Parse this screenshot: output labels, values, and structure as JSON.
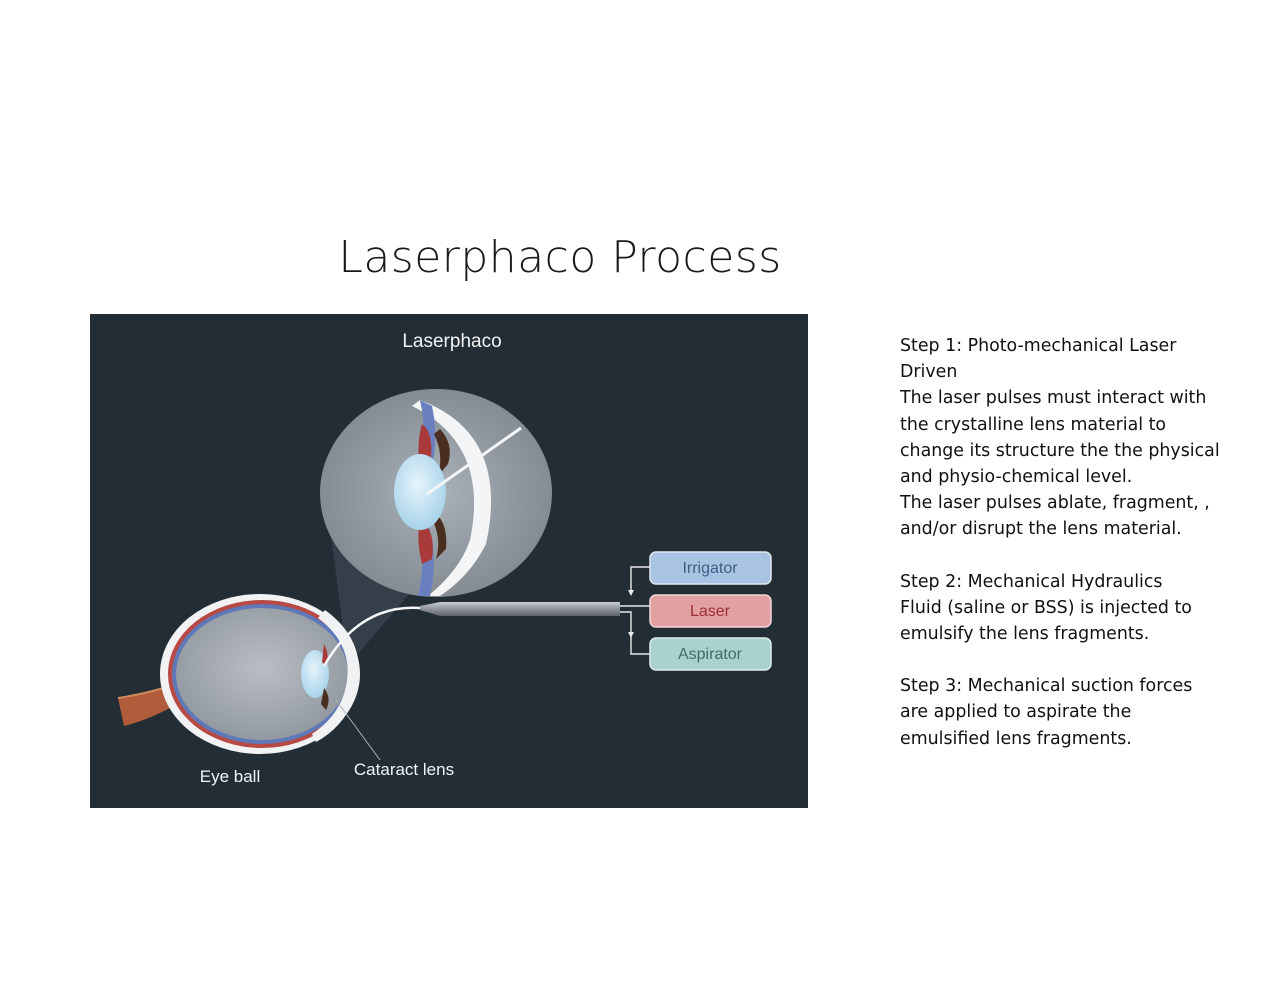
{
  "slide": {
    "title": "Laserphaco Process"
  },
  "figure": {
    "title": "Laserphaco",
    "labels": {
      "eye_ball": "Eye ball",
      "cataract_lens": "Cataract lens",
      "irrigator": "Irrigator",
      "laser": "Laser",
      "aspirator": "Aspirator"
    },
    "colors": {
      "background": "#232d35",
      "irrigator": "#a9c4e2",
      "laser": "#e3a0a2",
      "aspirator": "#a9d2cc"
    }
  },
  "steps": [
    {
      "heading": "Step 1: Photo-mechanical Laser Driven",
      "lines": [
        "The laser pulses must interact with the crystalline lens material to change its structure the the physical and physio-chemical level.",
        "The laser pulses ablate, fragment, , and/or disrupt the lens material."
      ]
    },
    {
      "heading": "Step 2: Mechanical Hydraulics",
      "lines": [
        "Fluid (saline or BSS) is injected to emulsify the lens fragments."
      ]
    },
    {
      "heading": "Step 3: Mechanical suction forces are applied to aspirate the emulsified lens fragments.",
      "lines": []
    }
  ]
}
